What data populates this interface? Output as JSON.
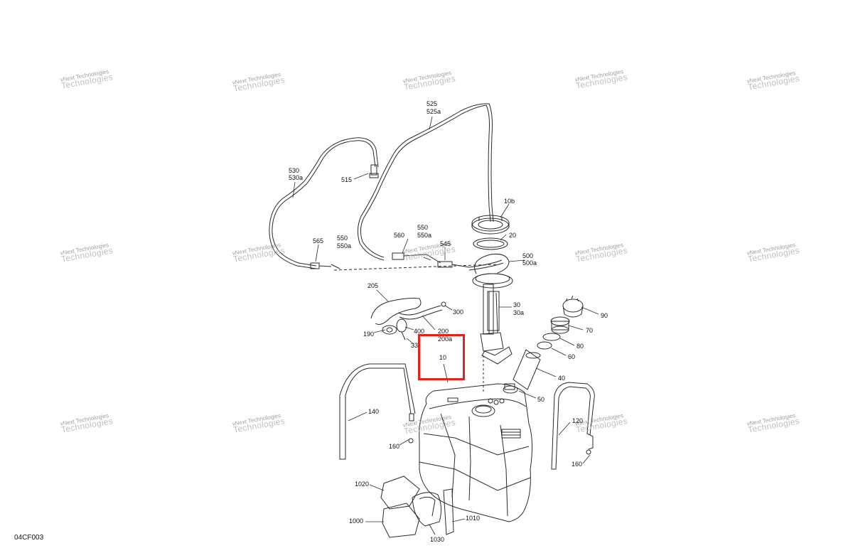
{
  "drawing": {
    "code": "04CF003",
    "highlighted_part": "10"
  },
  "watermark": {
    "line1": "vNext Technologies",
    "line2": "Technologies"
  },
  "parts": [
    {
      "id": "p525",
      "text": "525"
    },
    {
      "id": "p525a",
      "text": "525a"
    },
    {
      "id": "p530",
      "text": "530"
    },
    {
      "id": "p530a",
      "text": "530a"
    },
    {
      "id": "p515",
      "text": "515"
    },
    {
      "id": "p10b",
      "text": "10b"
    },
    {
      "id": "p20",
      "text": "20"
    },
    {
      "id": "p565",
      "text": "565"
    },
    {
      "id": "p550l",
      "text": "550"
    },
    {
      "id": "p550al",
      "text": "550a"
    },
    {
      "id": "p560",
      "text": "560"
    },
    {
      "id": "p550r",
      "text": "550"
    },
    {
      "id": "p550ar",
      "text": "550a"
    },
    {
      "id": "p545",
      "text": "545"
    },
    {
      "id": "p500",
      "text": "500"
    },
    {
      "id": "p500a",
      "text": "500a"
    },
    {
      "id": "p205",
      "text": "205"
    },
    {
      "id": "p300",
      "text": "300"
    },
    {
      "id": "p30",
      "text": "30"
    },
    {
      "id": "p30a",
      "text": "30a"
    },
    {
      "id": "p90",
      "text": "90"
    },
    {
      "id": "p190",
      "text": "190"
    },
    {
      "id": "p400",
      "text": "400"
    },
    {
      "id": "p200",
      "text": "200"
    },
    {
      "id": "p200a",
      "text": "200a"
    },
    {
      "id": "p33",
      "text": "33"
    },
    {
      "id": "p70",
      "text": "70"
    },
    {
      "id": "p80",
      "text": "80"
    },
    {
      "id": "p60",
      "text": "60"
    },
    {
      "id": "p10",
      "text": "10"
    },
    {
      "id": "p40",
      "text": "40"
    },
    {
      "id": "p50",
      "text": "50"
    },
    {
      "id": "p140",
      "text": "140"
    },
    {
      "id": "p120",
      "text": "120"
    },
    {
      "id": "p160l",
      "text": "160"
    },
    {
      "id": "p160r",
      "text": "160"
    },
    {
      "id": "p1020",
      "text": "1020"
    },
    {
      "id": "p1000",
      "text": "1000"
    },
    {
      "id": "p1010",
      "text": "1010"
    },
    {
      "id": "p1030",
      "text": "1030"
    }
  ],
  "colors": {
    "line": "#222222",
    "highlight": "#e0231c",
    "watermark": "#9a9a9a"
  }
}
